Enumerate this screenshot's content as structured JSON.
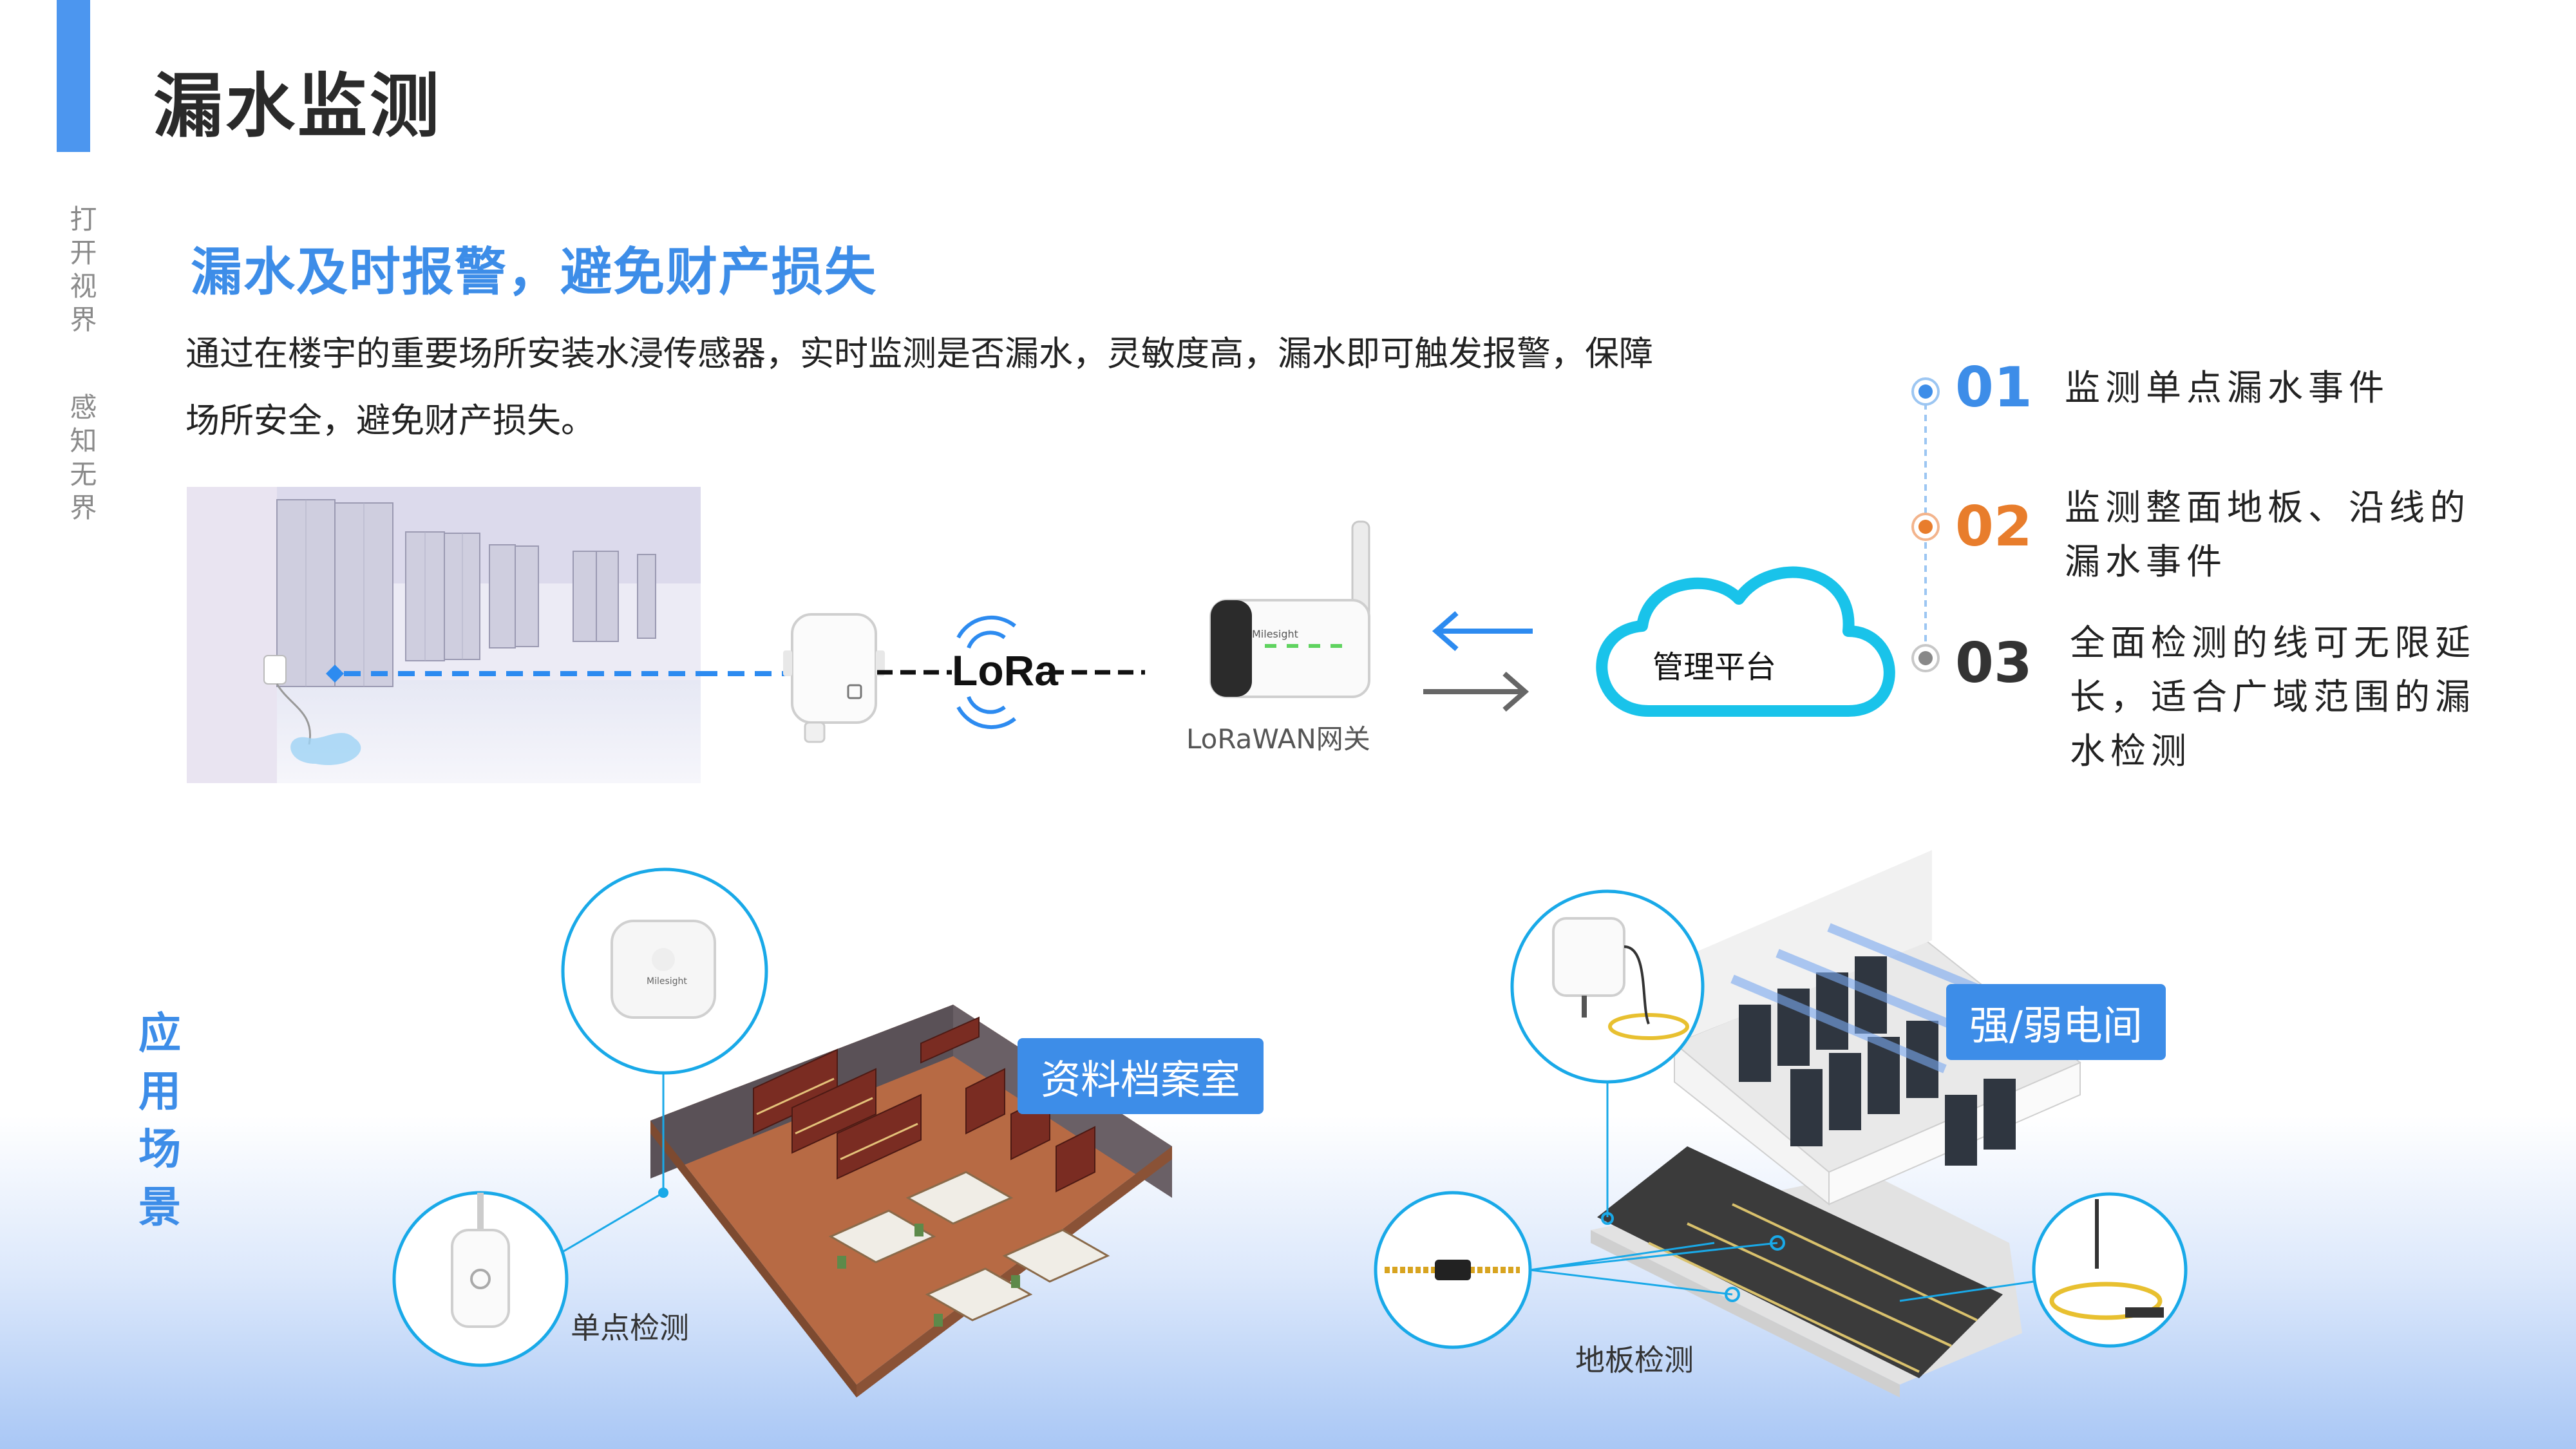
{
  "header": {
    "title": "漏水监测",
    "side_slogans": [
      "打开视界",
      "感知无界"
    ]
  },
  "section": {
    "heading": "漏水及时报警，避免财产损失",
    "intro": "通过在楼宇的重要场所安装水浸传感器，实时监测是否漏水，灵敏度高，漏水即可触发报警，保障场所安全，避免财产损失。"
  },
  "flow": {
    "lora_logo": "LoRa",
    "sensor_brand": "Milesight",
    "gateway_brand": "Milesight",
    "gateway_caption": "LoRaWAN网关",
    "platform_label": "管理平台"
  },
  "features": [
    {
      "number": "01",
      "text": "监测单点漏水事件",
      "color": "#3d8de8"
    },
    {
      "number": "02",
      "text": "监测整面地板、沿线的漏水事件",
      "color": "#e87d2c"
    },
    {
      "number": "03",
      "text": "全面检测的线可无限延长，适合广域范围的漏水检测",
      "color": "#333333"
    }
  ],
  "scenarios": {
    "label": "应用场景",
    "archive_room_tag": "资料档案室",
    "power_room_tag": "强/弱电间",
    "single_point_label": "单点检测",
    "floor_label": "地板检测"
  }
}
